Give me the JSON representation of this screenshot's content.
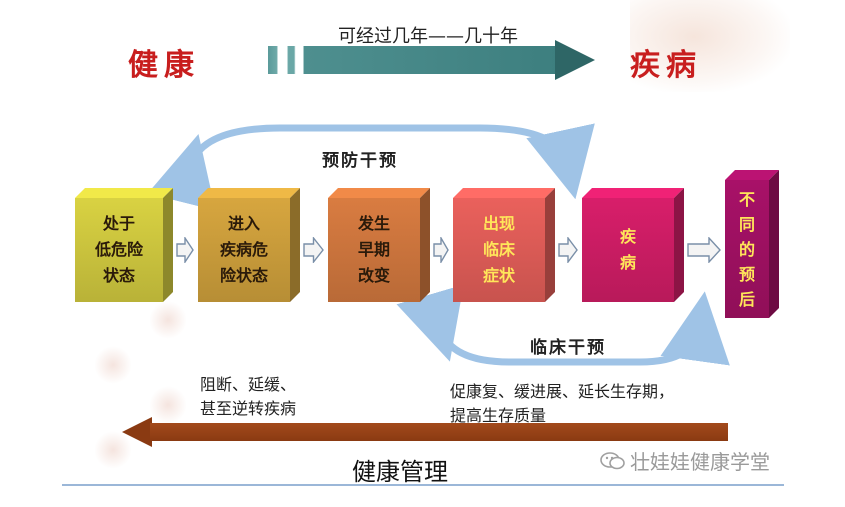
{
  "header": {
    "left_label": "健康",
    "right_label": "疾病",
    "caption": "可经过几年——几十年"
  },
  "interventions": {
    "prevent": "预防干预",
    "clinical": "临床干预"
  },
  "stages": [
    {
      "label": "处于\n低危险\n状态",
      "color": "#c9c23d"
    },
    {
      "label": "进入\n疾病危\n险状态",
      "color": "#c79a3a"
    },
    {
      "label": "发生\n早期\n改变",
      "color": "#c9733c"
    },
    {
      "label": "出现\n临床\n症状",
      "color": "#d95a55"
    },
    {
      "label": "疾\n病",
      "color": "#c81c62"
    },
    {
      "label": "不\n同\n的\n预\n后",
      "color": "#9c1060"
    }
  ],
  "notes": {
    "left": "阻断、延缓、\n甚至逆转疾病",
    "right": "促康复、缓进展、延长生存期，\n提高生存质量"
  },
  "footer": {
    "title": "健康管理",
    "brand": "壮娃娃健康学堂"
  },
  "colors": {
    "stage_text_dark": "#2a1a0a",
    "stage_text_light": "#ffe65a",
    "curve": "#9fc3e6"
  }
}
